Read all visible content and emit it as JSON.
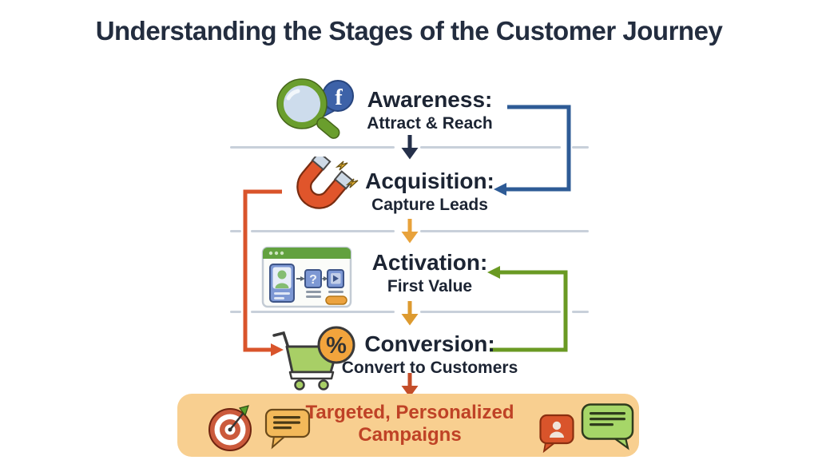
{
  "title": "Understanding the Stages of the Customer Journey",
  "stages": [
    {
      "name": "Awareness:",
      "subtitle": "Attract & Reach",
      "icon": "magnifier-facebook-icon"
    },
    {
      "name": "Acquisition:",
      "subtitle": "Capture Leads",
      "icon": "magnet-icon"
    },
    {
      "name": "Activation:",
      "subtitle": "First Value",
      "icon": "onboarding-window-icon"
    },
    {
      "name": "Conversion:",
      "subtitle": "Convert to Customers",
      "icon": "shopping-cart-icon"
    }
  ],
  "flow": {
    "loop_arrows": [
      {
        "from": "Awareness",
        "to": "Acquisition",
        "side": "right",
        "color": "#2e5b96"
      },
      {
        "from": "Acquisition",
        "to": "Conversion",
        "side": "left",
        "color": "#d9542b"
      },
      {
        "from": "Conversion",
        "to": "Activation",
        "side": "right",
        "color": "#6a9a23"
      }
    ],
    "down_arrow_colors": [
      "#25304a",
      "#e8a23b",
      "#dd9a2f",
      "#c44d29"
    ]
  },
  "banner": {
    "line1": "Targeted, Personalized",
    "line2": "Campaigns",
    "icons_left": [
      "target-dart-icon",
      "amber-chat-icon"
    ],
    "icons_right": [
      "person-chat-icon",
      "green-chat-icon"
    ]
  },
  "colors": {
    "background": "#ffffff",
    "title_text": "#232d3f",
    "stage_text": "#1c2433",
    "divider": "#c8d0da",
    "banner_bg": "#f8cf90",
    "banner_text": "#bf4226"
  }
}
